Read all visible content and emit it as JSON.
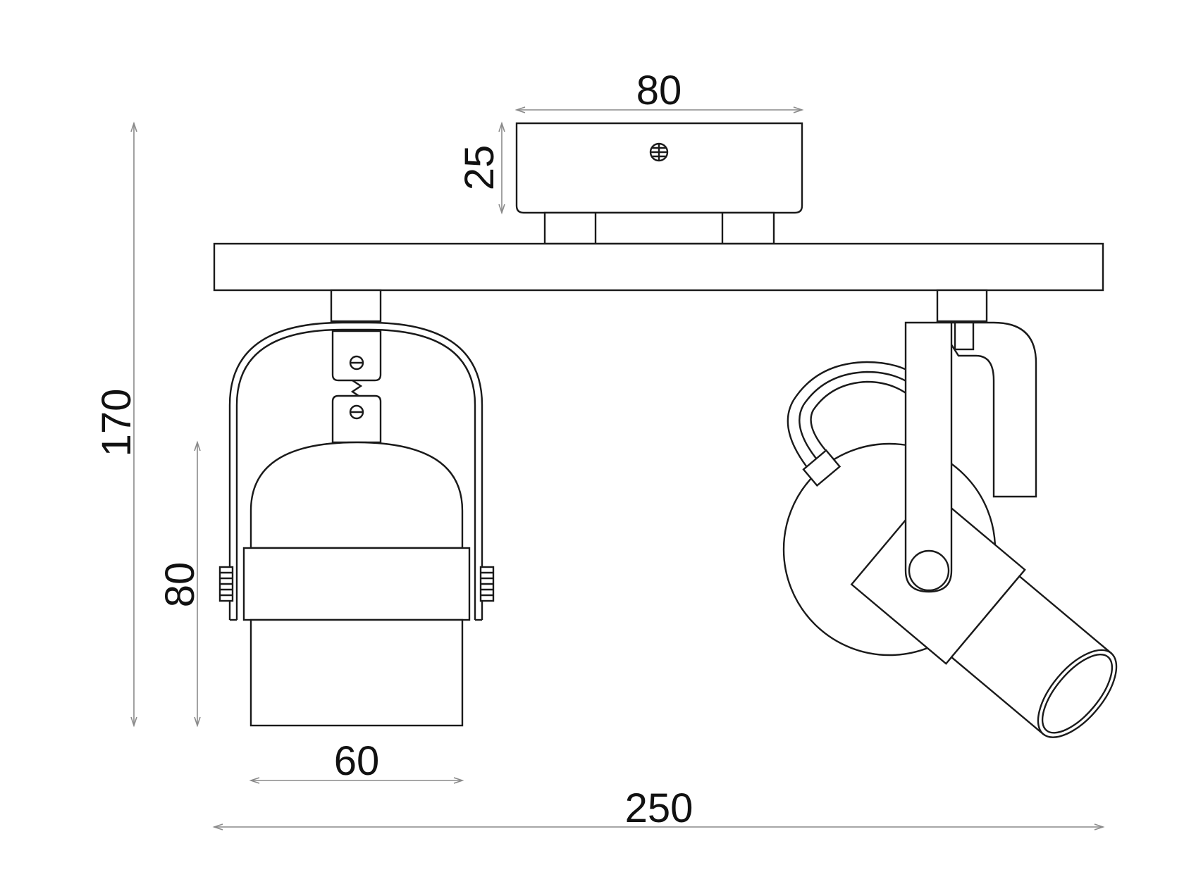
{
  "dimensions": {
    "base_width": "80",
    "base_height": "25",
    "total_height": "170",
    "shade_height": "80",
    "shade_width": "60",
    "total_width": "250"
  },
  "colors": {
    "line": "#1a1a1a",
    "dimension_line": "#8a8a8a",
    "background": "#ffffff"
  }
}
